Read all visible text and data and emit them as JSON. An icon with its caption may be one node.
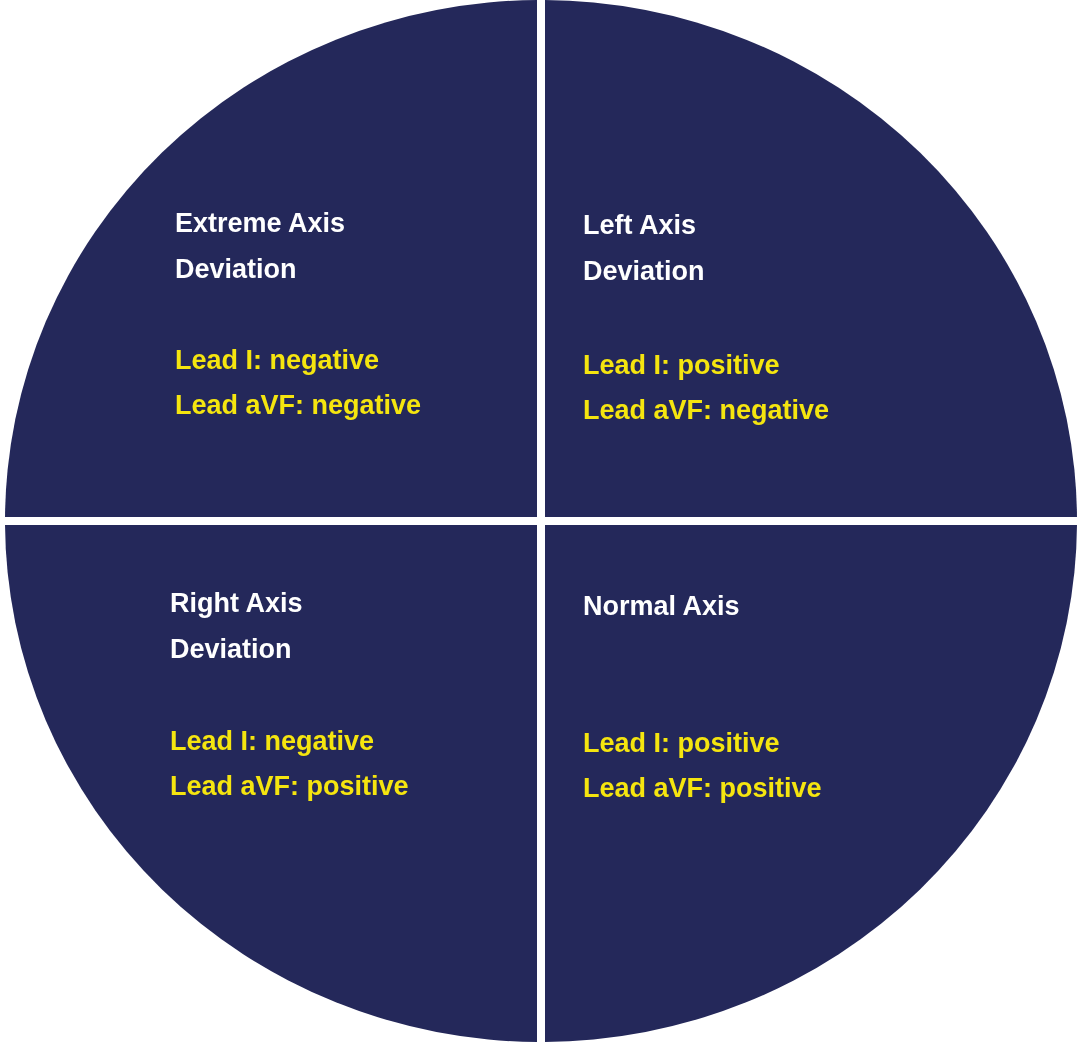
{
  "diagram": {
    "nodes": [
      {
        "text": [
          "Extreme Axis Deviation",
          "Lead I: negative",
          "Lead aVF: negative"
        ]
      },
      {
        "text": [
          "Left Axis Deviation",
          "Lead I: positive",
          "Lead aVF: negative"
        ]
      },
      {
        "text": [
          "Right Axis Deviation",
          "Lead I: negative",
          "Lead aVF: positive"
        ]
      },
      {
        "text": [
          "Normal Axis",
          "Lead I: positive",
          "Lead aVF: positive"
        ]
      }
    ]
  }
}
